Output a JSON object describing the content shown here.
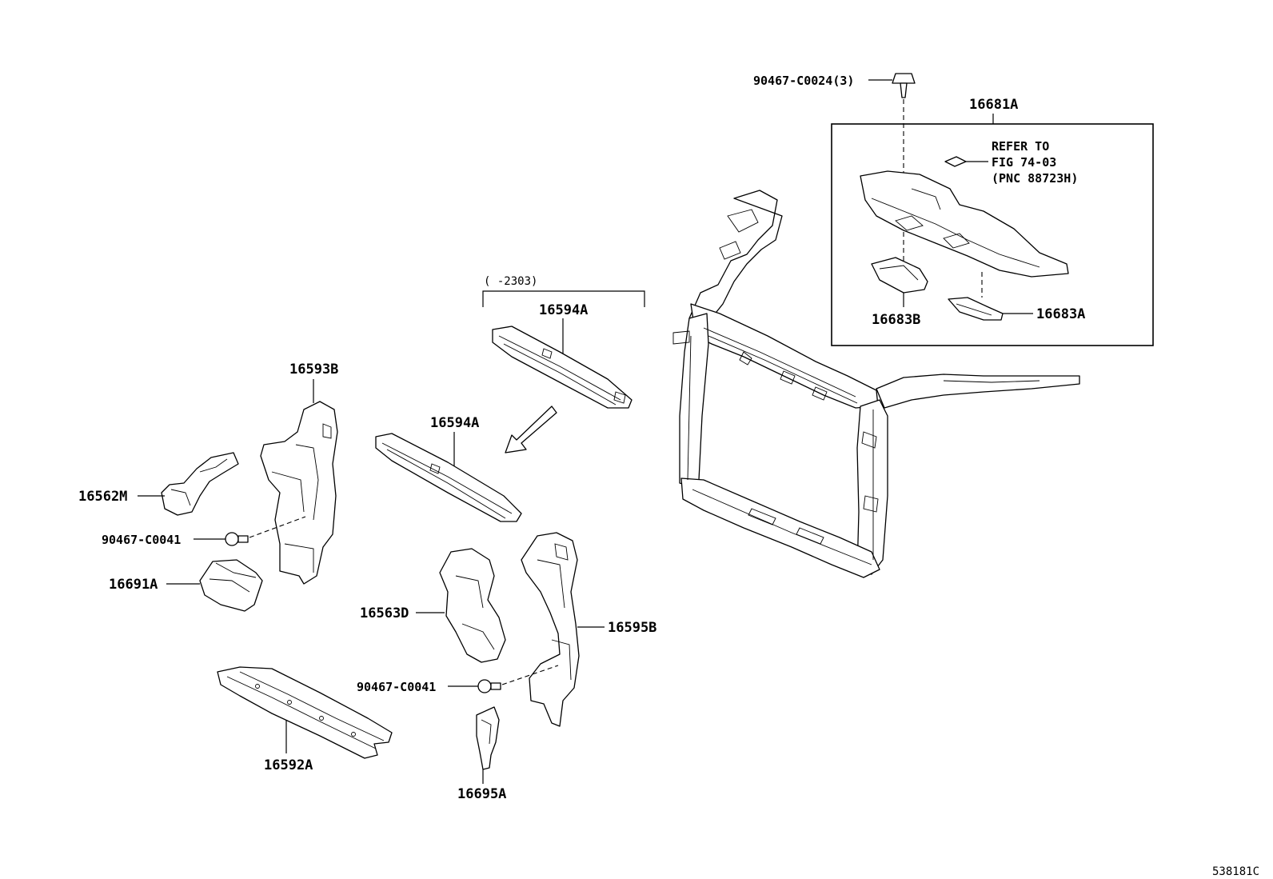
{
  "labels": {
    "clip_top": "90467-C0024(3)",
    "cover_assy": "16681A",
    "refer_line1": "REFER TO",
    "refer_line2": "FIG 74-03",
    "refer_line3": "(PNC 88723H)",
    "seal_b": "16683B",
    "seal_a": "16683A",
    "date_range": "(     -2303)",
    "seal_upper_old": "16594A",
    "seal_upper_new": "16594A",
    "seal_side_left": "16593B",
    "duct_left": "16562M",
    "clip_left": "90467-C0041",
    "guide_left": "16691A",
    "duct_right": "16563D",
    "seal_side_right": "16595B",
    "clip_right": "90467-C0041",
    "seal_lower": "16592A",
    "guide_right": "16695A",
    "figure_id": "538181C"
  }
}
